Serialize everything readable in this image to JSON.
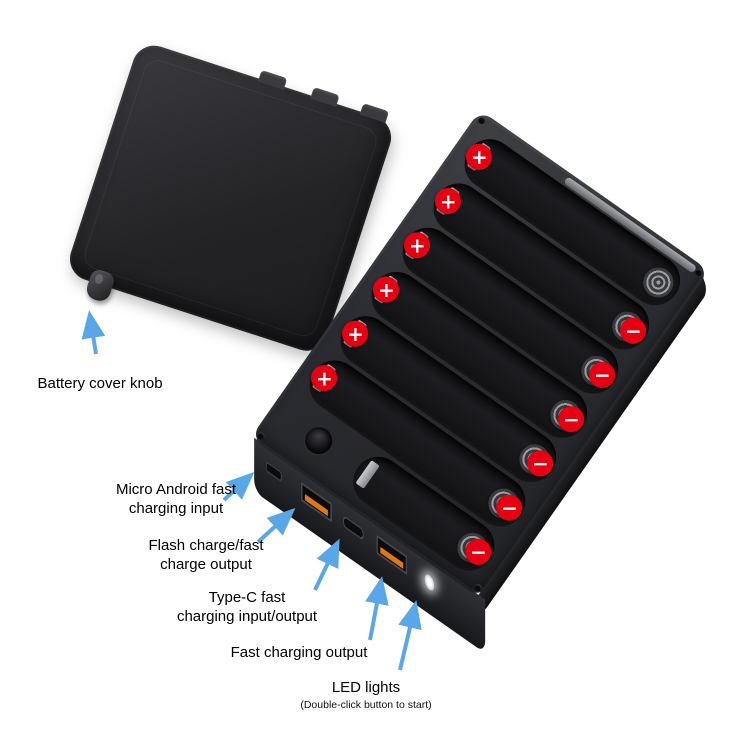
{
  "product": {
    "type": "diy-power-bank-battery-case"
  },
  "colors": {
    "marker_red": "#e60012",
    "arrow_blue": "#5aa7e8",
    "usb_orange": "#e07818"
  },
  "polarity": {
    "plus": "+",
    "minus": "−"
  },
  "annotations": [
    {
      "lines": [
        "Battery cover knob"
      ]
    },
    {
      "lines": [
        "Micro Android fast",
        "charging input"
      ]
    },
    {
      "lines": [
        "Flash charge/fast",
        "charge output"
      ]
    },
    {
      "lines": [
        "Type-C fast",
        "charging input/output"
      ]
    },
    {
      "lines": [
        "Fast charging output"
      ]
    },
    {
      "lines": [
        "LED lights"
      ],
      "sub": "(Double-click button to start)"
    }
  ]
}
